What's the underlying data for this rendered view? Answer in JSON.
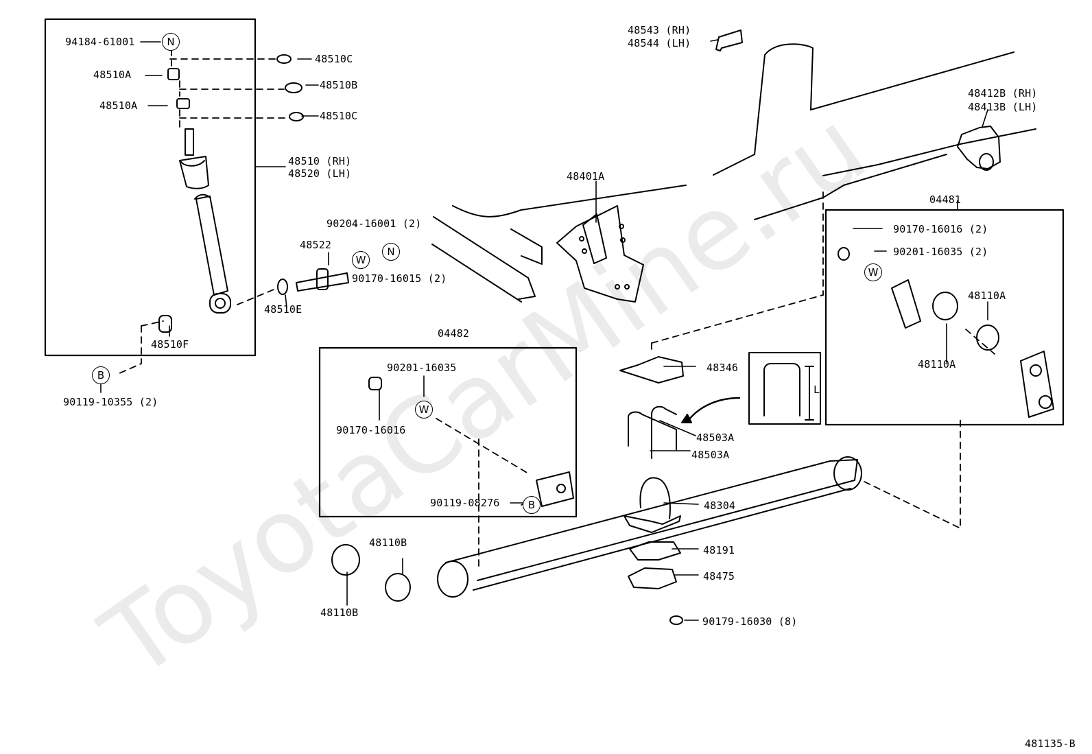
{
  "watermark": "ToyotaCarMine.ru",
  "diagram_code": "481135-B",
  "labels": {
    "p94184": "94184-61001",
    "p48510c_1": "48510C",
    "p48510a_1": "48510A",
    "p48510b": "48510B",
    "p48510a_2": "48510A",
    "p48510c_2": "48510C",
    "p48510_rh": "48510 (RH)",
    "p48520_lh": "48520 (LH)",
    "p48522": "48522",
    "p90204": "90204-16001 (2)",
    "p90170_16015": "90170-16015 (2)",
    "p48510e": "48510E",
    "p48510f": "48510F",
    "p90119_10355": "90119-10355 (2)",
    "p04482": "04482",
    "p90201_b": "90201-16035",
    "p90170_16016_b": "90170-16016",
    "p90119_08276": "90119-08276",
    "p48110b_1": "48110B",
    "p48110b_2": "48110B",
    "p48401a": "48401A",
    "p48543": "48543 (RH)",
    "p48544": "48544 (LH)",
    "p48412b": "48412B (RH)",
    "p48413b": "48413B (LH)",
    "p04481": "04481",
    "p90170_16016_a": "90170-16016 (2)",
    "p90201_16035_a": "90201-16035 (2)",
    "p48110a_1": "48110A",
    "p48110a_2": "48110A",
    "p48346": "48346",
    "p48503a_1": "48503A",
    "p48503a_2": "48503A",
    "p48304": "48304",
    "p48191": "48191",
    "p48475": "48475",
    "p90179": "90179-16030 (8)",
    "dim_l": "L"
  },
  "symbols": {
    "n1": "N",
    "n2": "N",
    "w1": "W",
    "w2": "W",
    "w3": "W",
    "b1": "B",
    "b2": "B"
  }
}
